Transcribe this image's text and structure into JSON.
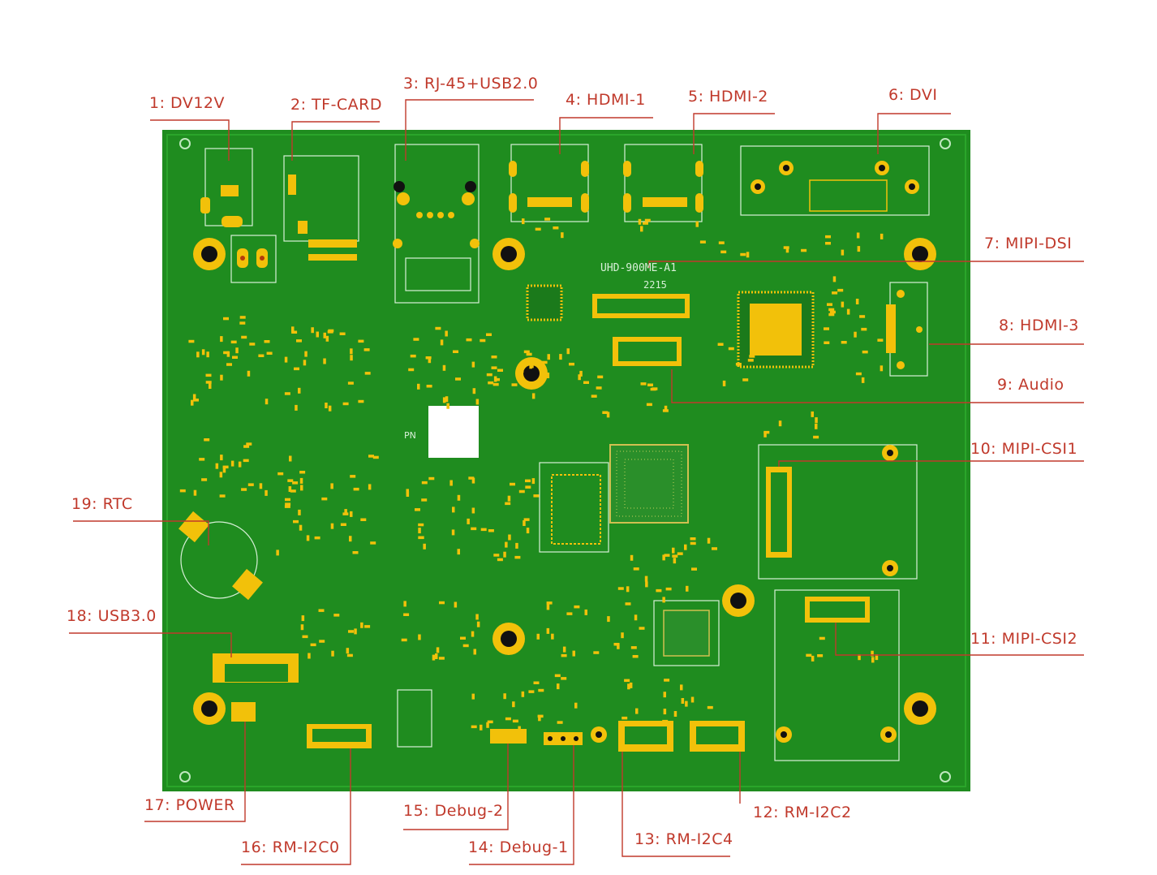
{
  "diagram": {
    "board_model": "UHD-900ME-A1",
    "board_rev": "2215",
    "pn_label": "PN",
    "label_color": "#c0392b",
    "board_color": "#1f8c1f",
    "pad_color": "#f2c10a",
    "callouts": [
      {
        "id": "dv12v",
        "text": "1: DV12V"
      },
      {
        "id": "tf-card",
        "text": "2: TF-CARD"
      },
      {
        "id": "rj45-usb",
        "text": "3: RJ-45+USB2.0"
      },
      {
        "id": "hdmi-1",
        "text": "4: HDMI-1"
      },
      {
        "id": "hdmi-2",
        "text": "5: HDMI-2"
      },
      {
        "id": "dvi",
        "text": "6: DVI"
      },
      {
        "id": "mipi-dsi",
        "text": "7: MIPI-DSI"
      },
      {
        "id": "hdmi-3",
        "text": "8: HDMI-3"
      },
      {
        "id": "audio",
        "text": "9: Audio"
      },
      {
        "id": "mipi-csi1",
        "text": "10: MIPI-CSI1"
      },
      {
        "id": "mipi-csi2",
        "text": "11: MIPI-CSI2"
      },
      {
        "id": "rm-i2c2",
        "text": "12: RM-I2C2"
      },
      {
        "id": "rm-i2c4",
        "text": "13: RM-I2C4"
      },
      {
        "id": "debug-1",
        "text": "14: Debug-1"
      },
      {
        "id": "debug-2",
        "text": "15: Debug-2"
      },
      {
        "id": "rm-i2c0",
        "text": "16: RM-I2C0"
      },
      {
        "id": "power",
        "text": "17: POWER"
      },
      {
        "id": "usb3",
        "text": "18: USB3.0"
      },
      {
        "id": "rtc",
        "text": "19: RTC"
      }
    ]
  }
}
